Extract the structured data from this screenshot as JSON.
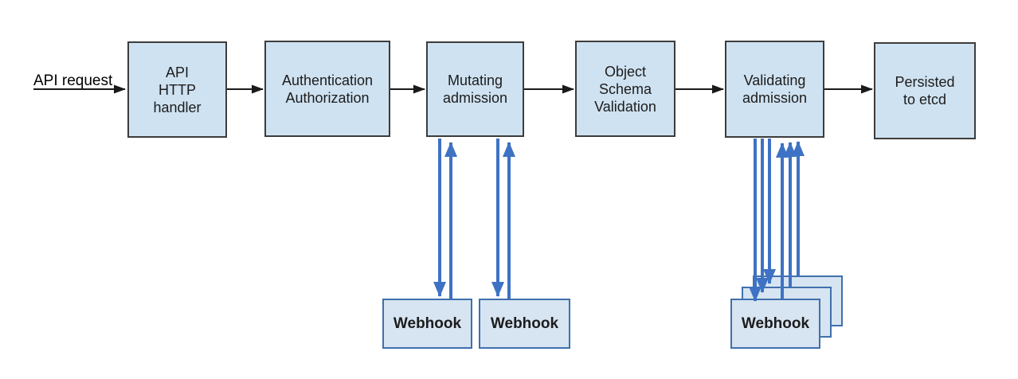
{
  "entry": {
    "label": "API request"
  },
  "nodes": [
    {
      "id": "api-http-handler",
      "label": "API\nHTTP\nhandler"
    },
    {
      "id": "authentication-authorization",
      "label": "Authentication\nAuthorization"
    },
    {
      "id": "mutating-admission",
      "label": "Mutating\nadmission"
    },
    {
      "id": "object-schema-validation",
      "label": "Object\nSchema\nValidation"
    },
    {
      "id": "validating-admission",
      "label": "Validating\nadmission"
    },
    {
      "id": "persisted-to-etcd",
      "label": "Persisted\nto etcd"
    }
  ],
  "webhooks": {
    "mutating": [
      "Webhook",
      "Webhook"
    ],
    "validating_front": "Webhook",
    "validating_stack_count": 3
  },
  "flow_sequence": [
    "API request",
    "API HTTP handler",
    "Authentication Authorization",
    "Mutating admission",
    "Object Schema Validation",
    "Validating admission",
    "Persisted to etcd"
  ],
  "colors": {
    "node_fill": "#cfe2f1",
    "node_border": "#3c3c3c",
    "webhook_fill": "#d7e4f1",
    "webhook_border": "#4070ad",
    "flow_arrow": "#1a1a1a",
    "webhook_arrow": "#3e72c4",
    "background": "#ffffff"
  }
}
